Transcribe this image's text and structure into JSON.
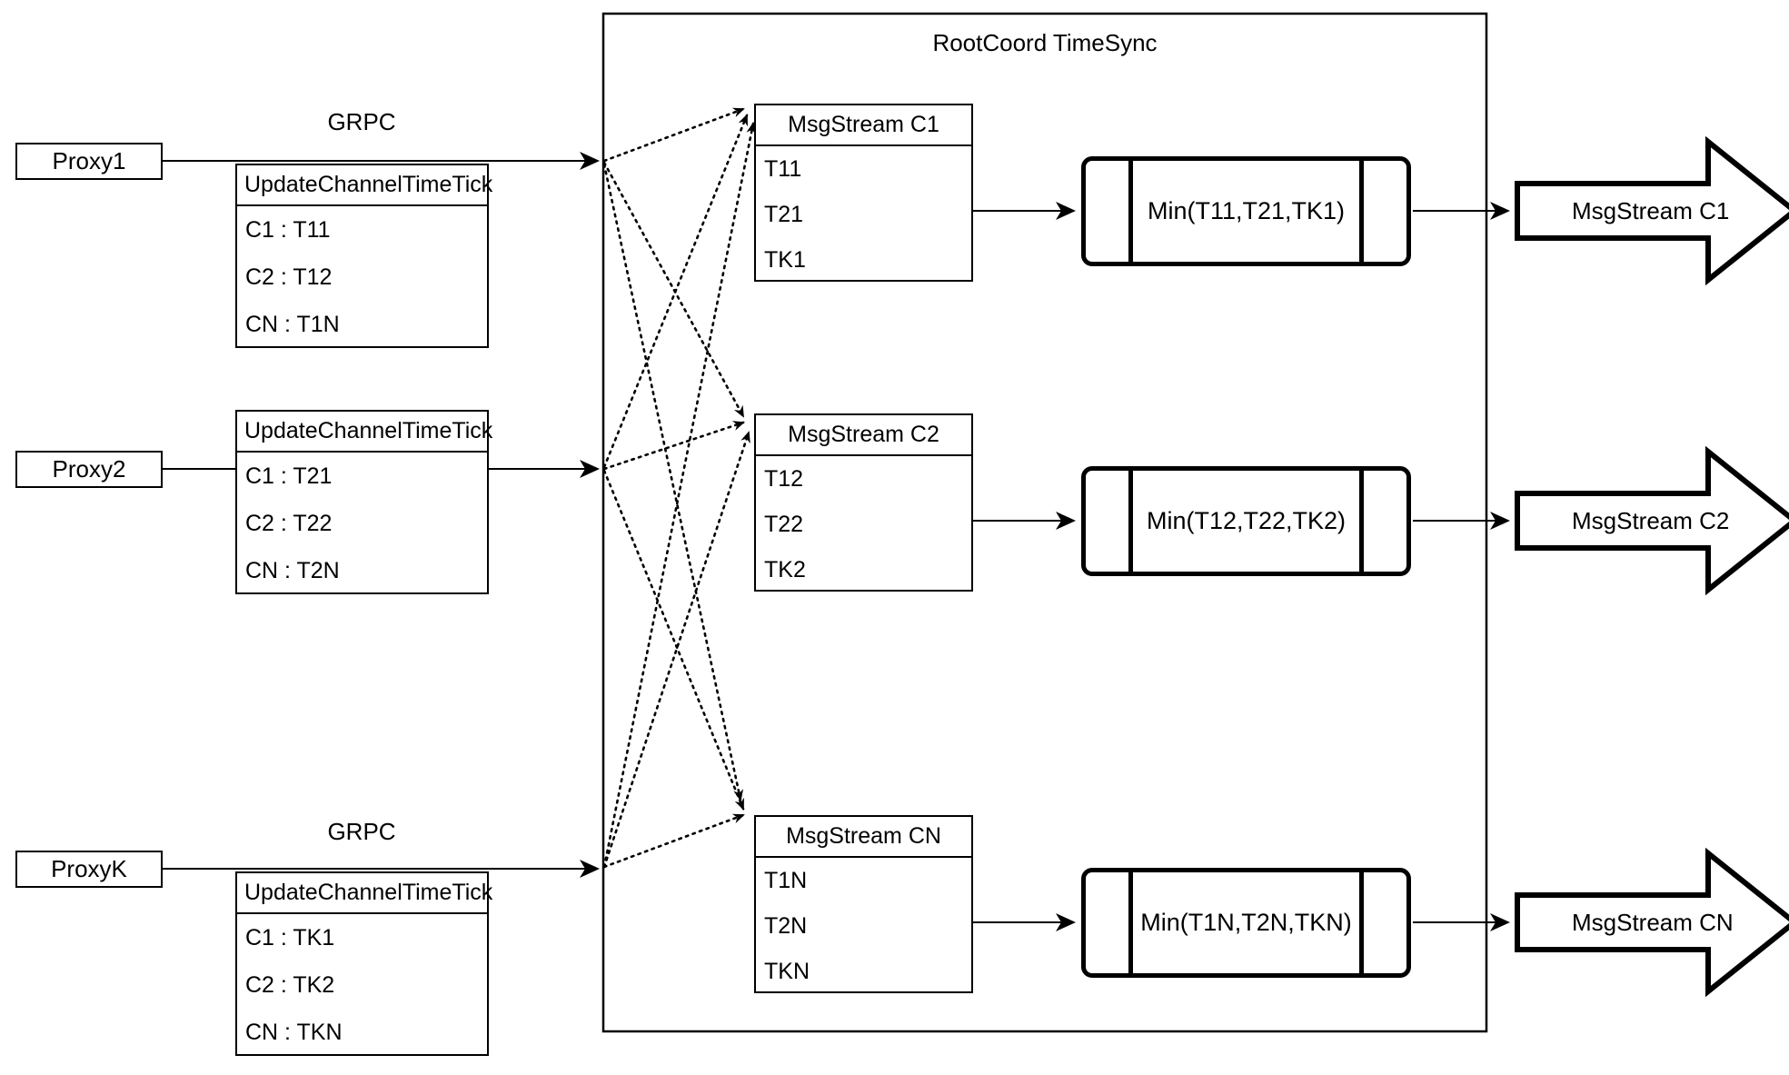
{
  "diagram": {
    "container_title": "RootCoord TimeSync",
    "grpc_label": "GRPC",
    "proxies": [
      {
        "name": "Proxy1",
        "rpc_title": "UpdateChannelTimeTick",
        "rows": [
          "C1 :  T11",
          "C2 :  T12",
          "CN : T1N"
        ]
      },
      {
        "name": "Proxy2",
        "rpc_title": "UpdateChannelTimeTick",
        "rows": [
          "C1 :  T21",
          "C2 :  T22",
          "CN : T2N"
        ]
      },
      {
        "name": "ProxyK",
        "rpc_title": "UpdateChannelTimeTick",
        "rows": [
          "C1 :  TK1",
          "C2 :  TK2",
          "CN : TKN"
        ]
      }
    ],
    "channels": [
      {
        "stream_title": "MsgStream C1",
        "ticks": [
          "T11",
          "T21",
          "TK1"
        ],
        "min_label": "Min(T11,T21,TK1)",
        "output_label": "MsgStream C1"
      },
      {
        "stream_title": "MsgStream C2",
        "ticks": [
          "T12",
          "T22",
          "TK2"
        ],
        "min_label": "Min(T12,T22,TK2)",
        "output_label": "MsgStream C2"
      },
      {
        "stream_title": "MsgStream CN",
        "ticks": [
          "T1N",
          "T2N",
          "TKN"
        ],
        "min_label": "Min(T1N,T2N,TKN)",
        "output_label": "MsgStream CN"
      }
    ],
    "colors": {
      "stroke": "#000000",
      "background": "#ffffff"
    }
  }
}
